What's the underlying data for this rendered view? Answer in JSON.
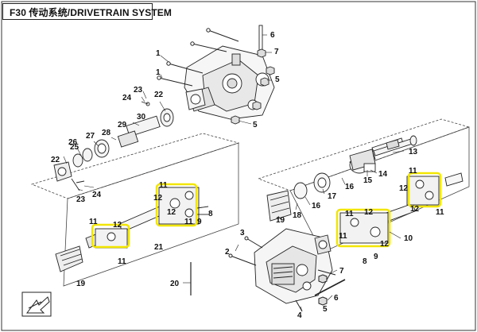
{
  "title": "F30 传动系统/DRIVETRAIN SYSTEM",
  "highlight_color": "#f2e600",
  "callouts": [
    {
      "id": "c6",
      "text": "6"
    },
    {
      "id": "c7a",
      "text": "7"
    },
    {
      "id": "c1a",
      "text": "1"
    },
    {
      "id": "c1b",
      "text": "1"
    },
    {
      "id": "c5a",
      "text": "5"
    },
    {
      "id": "c5b",
      "text": "5"
    },
    {
      "id": "c23a",
      "text": "23"
    },
    {
      "id": "c24a",
      "text": "24"
    },
    {
      "id": "c22a",
      "text": "22"
    },
    {
      "id": "c30",
      "text": "30"
    },
    {
      "id": "c29",
      "text": "29"
    },
    {
      "id": "c28",
      "text": "28"
    },
    {
      "id": "c27",
      "text": "27"
    },
    {
      "id": "c26",
      "text": "26"
    },
    {
      "id": "c25",
      "text": "25"
    },
    {
      "id": "c22b",
      "text": "22"
    },
    {
      "id": "c23b",
      "text": "23"
    },
    {
      "id": "c24b",
      "text": "24"
    },
    {
      "id": "c11a",
      "text": "11"
    },
    {
      "id": "c12a",
      "text": "12"
    },
    {
      "id": "c12b",
      "text": "12"
    },
    {
      "id": "c11b",
      "text": "11"
    },
    {
      "id": "c8a",
      "text": "8"
    },
    {
      "id": "c9a",
      "text": "9"
    },
    {
      "id": "c11c",
      "text": "11"
    },
    {
      "id": "c12c",
      "text": "12"
    },
    {
      "id": "c11d",
      "text": "11"
    },
    {
      "id": "c21",
      "text": "21"
    },
    {
      "id": "c19a",
      "text": "19"
    },
    {
      "id": "c20",
      "text": "20"
    },
    {
      "id": "c13",
      "text": "13"
    },
    {
      "id": "c14",
      "text": "14"
    },
    {
      "id": "c15",
      "text": "15"
    },
    {
      "id": "c16a",
      "text": "16"
    },
    {
      "id": "c17",
      "text": "17"
    },
    {
      "id": "c16b",
      "text": "16"
    },
    {
      "id": "c18",
      "text": "18"
    },
    {
      "id": "c19b",
      "text": "19"
    },
    {
      "id": "c11e",
      "text": "11"
    },
    {
      "id": "c12d",
      "text": "12"
    },
    {
      "id": "c12e",
      "text": "12"
    },
    {
      "id": "c11f",
      "text": "11"
    },
    {
      "id": "c11g",
      "text": "11"
    },
    {
      "id": "c11h",
      "text": "11"
    },
    {
      "id": "c12f",
      "text": "12"
    },
    {
      "id": "c12g",
      "text": "12"
    },
    {
      "id": "c10",
      "text": "10"
    },
    {
      "id": "c8b",
      "text": "8"
    },
    {
      "id": "c9b",
      "text": "9"
    },
    {
      "id": "c3",
      "text": "3"
    },
    {
      "id": "c2",
      "text": "2"
    },
    {
      "id": "c7b",
      "text": "7"
    },
    {
      "id": "c6b",
      "text": "6"
    },
    {
      "id": "c5c",
      "text": "5"
    },
    {
      "id": "c4",
      "text": "4"
    }
  ]
}
